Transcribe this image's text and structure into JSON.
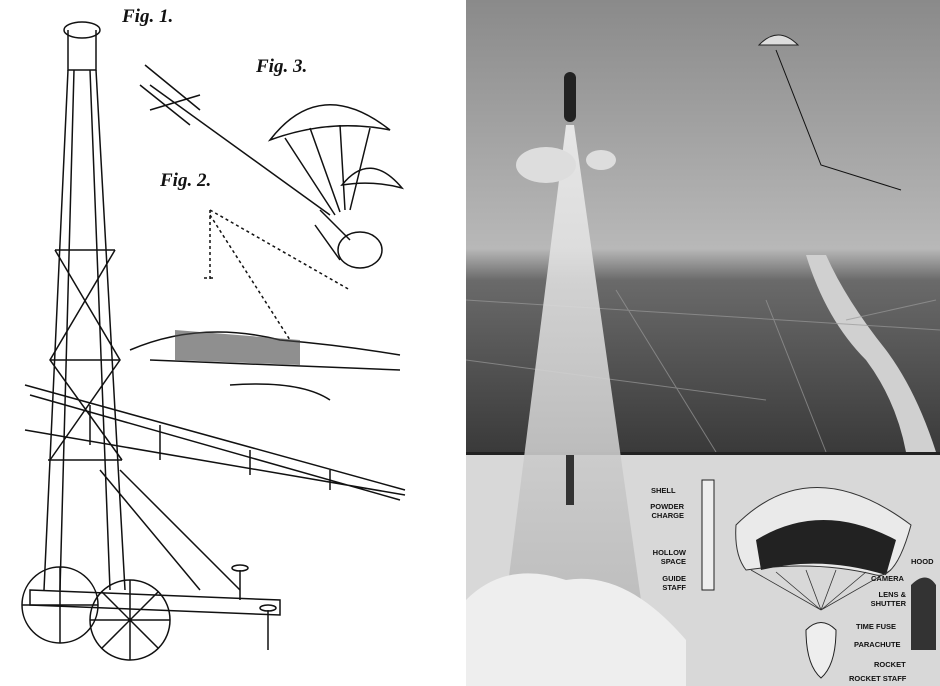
{
  "left_illustration": {
    "figure_labels": [
      "Fig. 1.",
      "Fig. 2.",
      "Fig. 3."
    ]
  },
  "right_inset_diagram": {
    "shell_labels": [
      "SHELL",
      "POWDER CHARGE",
      "HOLLOW SPACE",
      "GUIDE STAFF"
    ],
    "camera_labels": [
      "HOOD",
      "CAMERA",
      "LENS & SHUTTER",
      "TIME FUSE",
      "PARACHUTE",
      "ROCKET",
      "ROCKET STAFF"
    ]
  }
}
